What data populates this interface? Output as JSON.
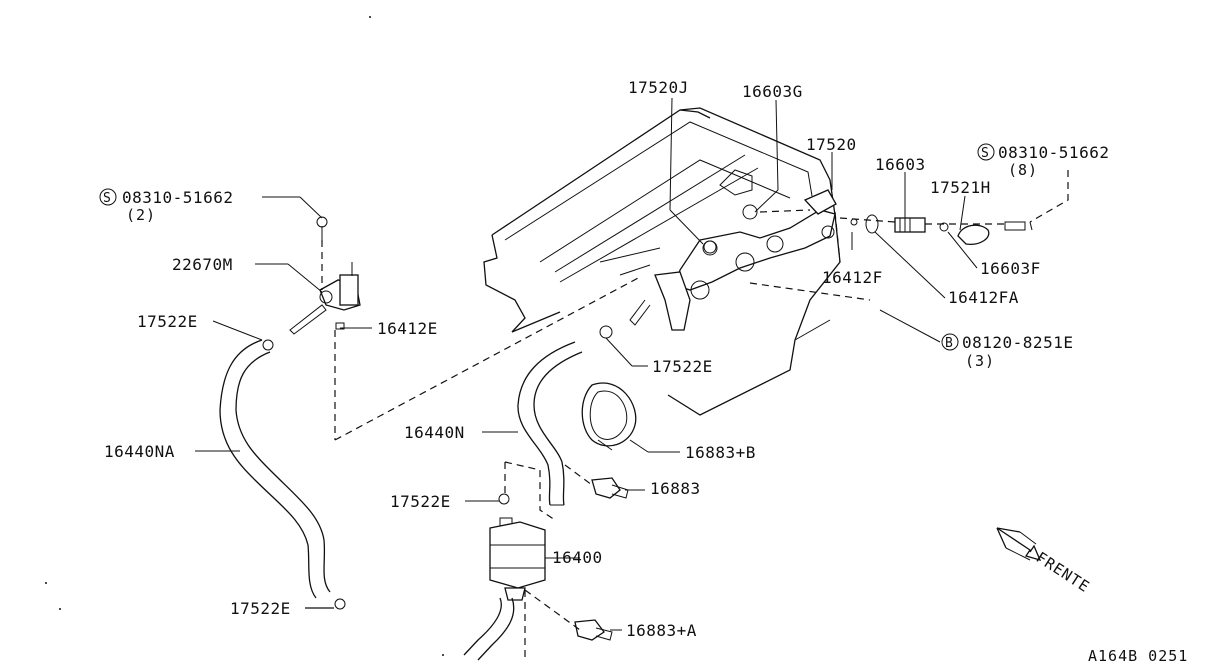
{
  "labels": {
    "p17520J": "17520J",
    "p16603G": "16603G",
    "p17520": "17520",
    "p16603": "16603",
    "p08310_8": "08310-51662",
    "p08310_8_qty": "(8)",
    "p17521H": "17521H",
    "p16603F": "16603F",
    "p16412F": "16412F",
    "p16412FA": "16412FA",
    "p08120": "08120-8251E",
    "p08120_qty": "(3)",
    "p08310_2": "08310-51662",
    "p08310_2_qty": "(2)",
    "p22670M": "22670M",
    "p17522E_a": "17522E",
    "p16412E": "16412E",
    "p17522E_b": "17522E",
    "p16440NA": "16440NA",
    "p16440N": "16440N",
    "p16883B": "16883+B",
    "p16883": "16883",
    "p17522E_c": "17522E",
    "p16400": "16400",
    "p17522E_d": "17522E",
    "p16883A": "16883+A",
    "frente": "FRENTE",
    "code": "A164B 0251"
  },
  "markers": {
    "screw": "S",
    "bolt": "B"
  }
}
